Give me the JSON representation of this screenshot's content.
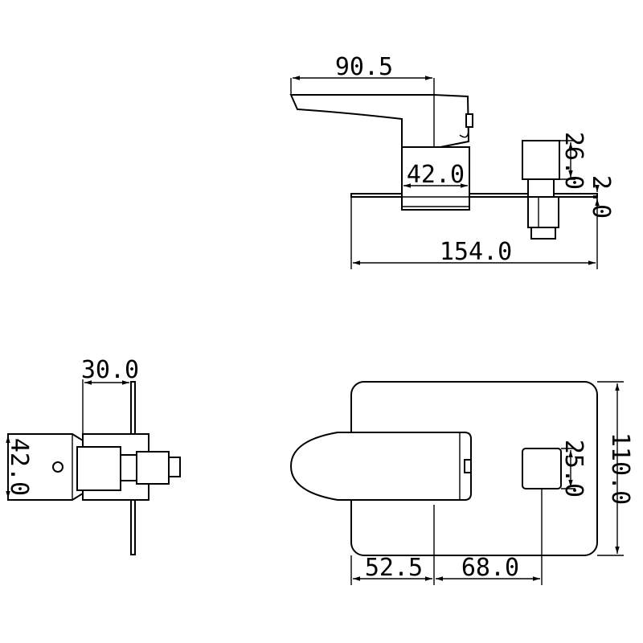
{
  "drawing": {
    "line_color": "#000000",
    "background": "#ffffff",
    "dimensions": {
      "top_spout_length": "90.5",
      "top_body_width": "42.0",
      "top_button_height": "26.0",
      "top_plate_thickness": "2.0",
      "top_overall_width": "154.0",
      "side_depth": "30.0",
      "side_height": "42.0",
      "front_height": "110.0",
      "front_button_size": "25.0",
      "front_left_offset": "52.5",
      "front_center_distance": "68.0"
    }
  }
}
